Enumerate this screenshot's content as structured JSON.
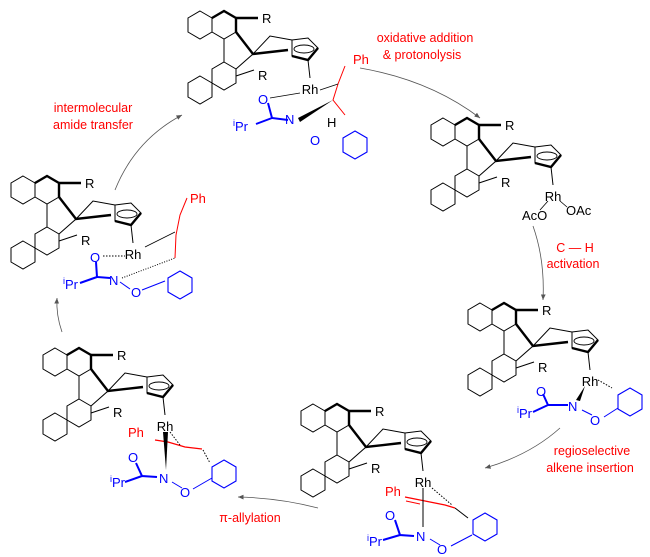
{
  "colors": {
    "ligand": "#0000ff",
    "alkene": "#ff0000",
    "step_label": "#ff0000",
    "scaffold": "#000000",
    "arrow": "#555555"
  },
  "steps": {
    "oxidative": [
      "oxidative addition",
      "& protonolysis"
    ],
    "ch_activation": [
      "C — H",
      "activation"
    ],
    "insertion": [
      "regioselective",
      "alkene insertion"
    ],
    "allylation": [
      "π-allylation"
    ],
    "amide_transfer": [
      "intermolecular",
      "amide transfer"
    ]
  },
  "atoms": {
    "R": "R",
    "Rh": "Rh",
    "Ph": "Ph",
    "N": "N",
    "O": "O",
    "H": "H",
    "iPr_sup": "i",
    "iPr": "Pr",
    "AcO": "AcO",
    "OAc": "OAc"
  }
}
